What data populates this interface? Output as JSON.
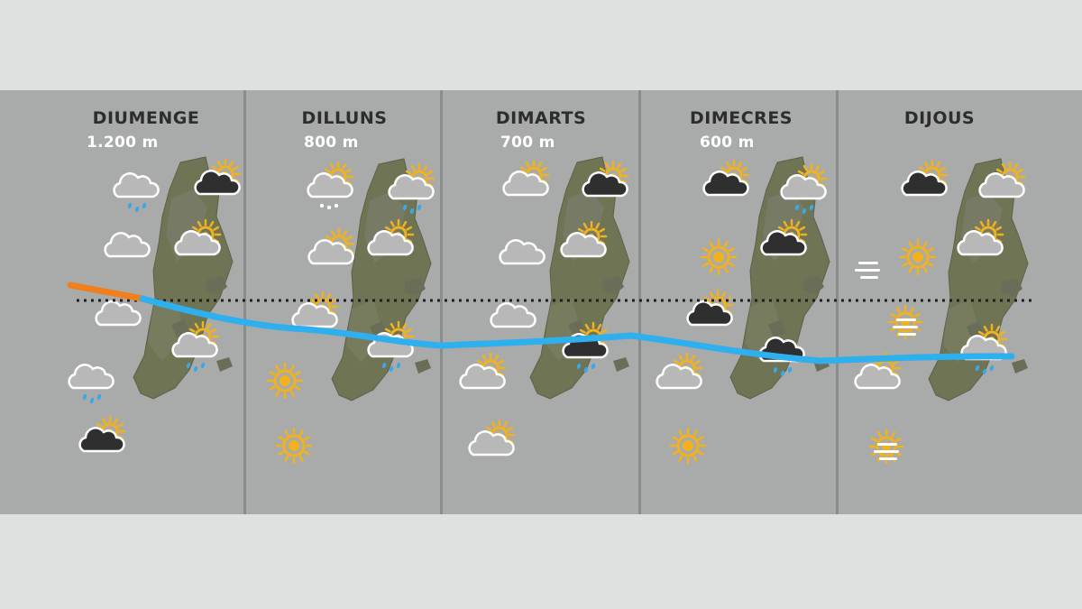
{
  "days": [
    {
      "name": "DIUMENGE",
      "snow_level": "1.200 m"
    },
    {
      "name": "DILLUNS",
      "snow_level": "800 m"
    },
    {
      "name": "DIMARTS",
      "snow_level": "700 m"
    },
    {
      "name": "DIMECRES",
      "snow_level": "600 m"
    },
    {
      "name": "DIJOUS",
      "snow_level": ""
    }
  ],
  "colors": {
    "background": "#dfe1e0",
    "panel": "#a9aaaa",
    "snow_line_current": "#f07f1e",
    "snow_line_forecast": "#2fb0ee",
    "reference_line": "#1e1e1e",
    "sun": "#f2b21d",
    "cloud_light": "#b8b8b8",
    "cloud_dark": "#2f2f2f",
    "rain": "#3aa7e6"
  },
  "icons": [
    {
      "day": 0,
      "name": "cloudy-rain-icon"
    },
    {
      "day": 0,
      "name": "sun-dark-cloud-icon"
    },
    {
      "day": 0,
      "name": "cloudy-icon"
    },
    {
      "day": 0,
      "name": "sun-cloud-icon"
    },
    {
      "day": 0,
      "name": "cloudy-icon"
    },
    {
      "day": 0,
      "name": "sun-cloud-rain-icon"
    },
    {
      "day": 0,
      "name": "cloud-rain-icon"
    },
    {
      "day": 0,
      "name": "sun-dark-cloud-icon"
    },
    {
      "day": 1,
      "name": "sun-cloud-snow-icon"
    },
    {
      "day": 1,
      "name": "sun-cloud-rain-icon"
    },
    {
      "day": 1,
      "name": "sun-cloud-icon"
    },
    {
      "day": 1,
      "name": "sun-cloud-icon"
    },
    {
      "day": 1,
      "name": "sun-cloud-icon"
    },
    {
      "day": 1,
      "name": "sun-cloud-rain-icon"
    },
    {
      "day": 1,
      "name": "sun-icon"
    },
    {
      "day": 1,
      "name": "sun-icon"
    },
    {
      "day": 2,
      "name": "sun-cloud-icon"
    },
    {
      "day": 2,
      "name": "sun-dark-cloud-icon"
    },
    {
      "day": 2,
      "name": "cloudy-icon"
    },
    {
      "day": 2,
      "name": "sun-cloud-icon"
    },
    {
      "day": 2,
      "name": "cloudy-icon"
    },
    {
      "day": 2,
      "name": "sun-dark-cloud-rain-icon"
    },
    {
      "day": 2,
      "name": "sun-cloud-icon"
    },
    {
      "day": 2,
      "name": "sun-cloud-icon"
    },
    {
      "day": 3,
      "name": "sun-dark-cloud-icon"
    },
    {
      "day": 3,
      "name": "sun-cloud-rain-icon"
    },
    {
      "day": 3,
      "name": "sun-icon"
    },
    {
      "day": 3,
      "name": "sun-dark-cloud-icon"
    },
    {
      "day": 3,
      "name": "sun-dark-cloud-icon"
    },
    {
      "day": 3,
      "name": "dark-cloud-rain-icon"
    },
    {
      "day": 3,
      "name": "sun-cloud-icon"
    },
    {
      "day": 3,
      "name": "sun-icon"
    },
    {
      "day": 4,
      "name": "sun-dark-cloud-icon"
    },
    {
      "day": 4,
      "name": "sun-cloud-icon"
    },
    {
      "day": 4,
      "name": "fog-icon"
    },
    {
      "day": 4,
      "name": "sun-icon"
    },
    {
      "day": 4,
      "name": "sun-cloud-icon"
    },
    {
      "day": 4,
      "name": "sun-fog-icon"
    },
    {
      "day": 4,
      "name": "sun-cloud-icon"
    },
    {
      "day": 4,
      "name": "sun-cloud-rain-icon"
    },
    {
      "day": 4,
      "name": "sun-fog-icon"
    }
  ]
}
